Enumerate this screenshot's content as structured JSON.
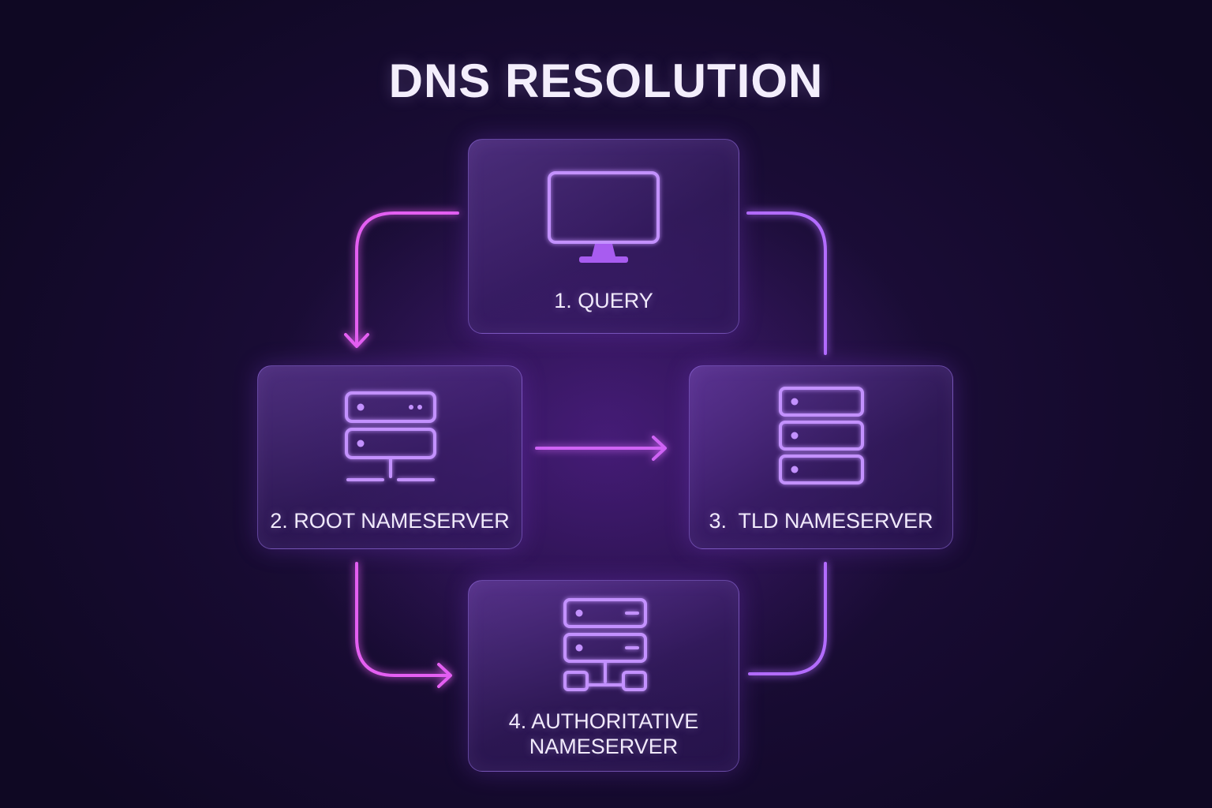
{
  "title": "DNS RESOLUTION",
  "colors": {
    "background": "#170b31",
    "accent_magenta": "#e45ef2",
    "accent_violet": "#b36cff",
    "icon_stroke": "#c391ff",
    "text": "#f1eafc"
  },
  "nodes": [
    {
      "id": "query",
      "label_lines": [
        "1. QUERY"
      ],
      "icon": "monitor-icon"
    },
    {
      "id": "root",
      "label_lines": [
        "2. ROOT NAMESERVER"
      ],
      "icon": "server-icon"
    },
    {
      "id": "tld",
      "label_lines": [
        "3.  TLD NAMESERVER"
      ],
      "icon": "server-stack-icon"
    },
    {
      "id": "auth",
      "label_lines": [
        "4. AUTHORITATIVE",
        "NAMESERVER"
      ],
      "icon": "server-icon"
    }
  ],
  "edges": [
    {
      "from": "query",
      "to": "root"
    },
    {
      "from": "root",
      "to": "tld"
    },
    {
      "from": "root",
      "to": "auth"
    },
    {
      "from": "query",
      "to": "tld"
    },
    {
      "from": "tld",
      "to": "auth"
    }
  ]
}
